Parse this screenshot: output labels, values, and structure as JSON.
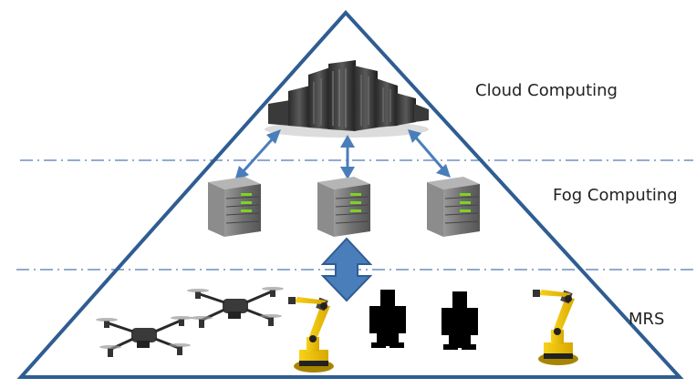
{
  "layers": {
    "cloud": "Cloud Computing",
    "fog": "Fog Computing",
    "mrs": "MRS"
  },
  "icons": {
    "cloud_tier": "server-cluster-icon",
    "fog_tier": "server-icon",
    "robots": [
      "drone-icon",
      "drone-icon",
      "robot-arm-icon",
      "human-icon",
      "human-icon",
      "robot-arm-icon"
    ]
  },
  "colors": {
    "pyramid_stroke": "#2f5d92",
    "arrow": "#4a7ebb",
    "dash_line": "#6d8fbf",
    "robot_arm": "#f2c200",
    "human": "#000000",
    "server": "#6b6b6b"
  }
}
